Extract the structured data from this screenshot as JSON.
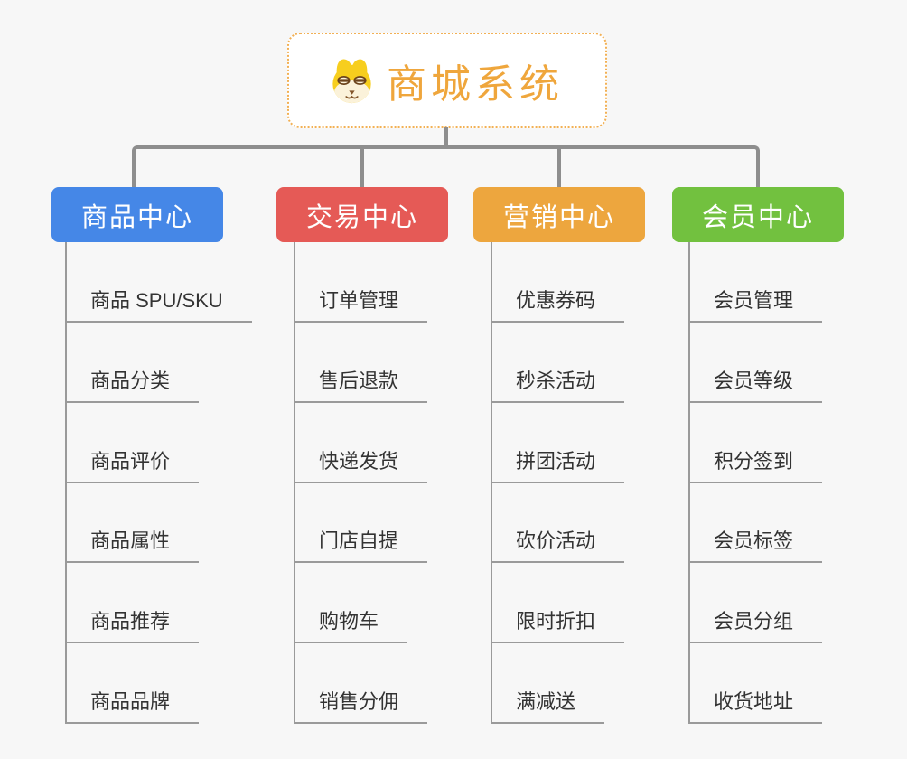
{
  "root": {
    "title": "商城系统",
    "icon": "shiba-dog-icon",
    "title_color": "#efa63c",
    "border_color": "#f2b054"
  },
  "palette": {
    "background": "#f7f7f7",
    "connector_level1": "#8e8e8e",
    "connector_level2": "#9a9a9a",
    "item_text": "#333333"
  },
  "branches": [
    {
      "label": "商品中心",
      "color": "#4587e7",
      "items": [
        "商品 SPU/SKU",
        "商品分类",
        "商品评价",
        "商品属性",
        "商品推荐",
        "商品品牌"
      ]
    },
    {
      "label": "交易中心",
      "color": "#e55a56",
      "items": [
        "订单管理",
        "售后退款",
        "快递发货",
        "门店自提",
        "购物车",
        "销售分佣"
      ]
    },
    {
      "label": "营销中心",
      "color": "#eda63e",
      "items": [
        "优惠券码",
        "秒杀活动",
        "拼团活动",
        "砍价活动",
        "限时折扣",
        "满减送"
      ]
    },
    {
      "label": "会员中心",
      "color": "#72c13f",
      "items": [
        "会员管理",
        "会员等级",
        "积分签到",
        "会员标签",
        "会员分组",
        "收货地址"
      ]
    }
  ]
}
